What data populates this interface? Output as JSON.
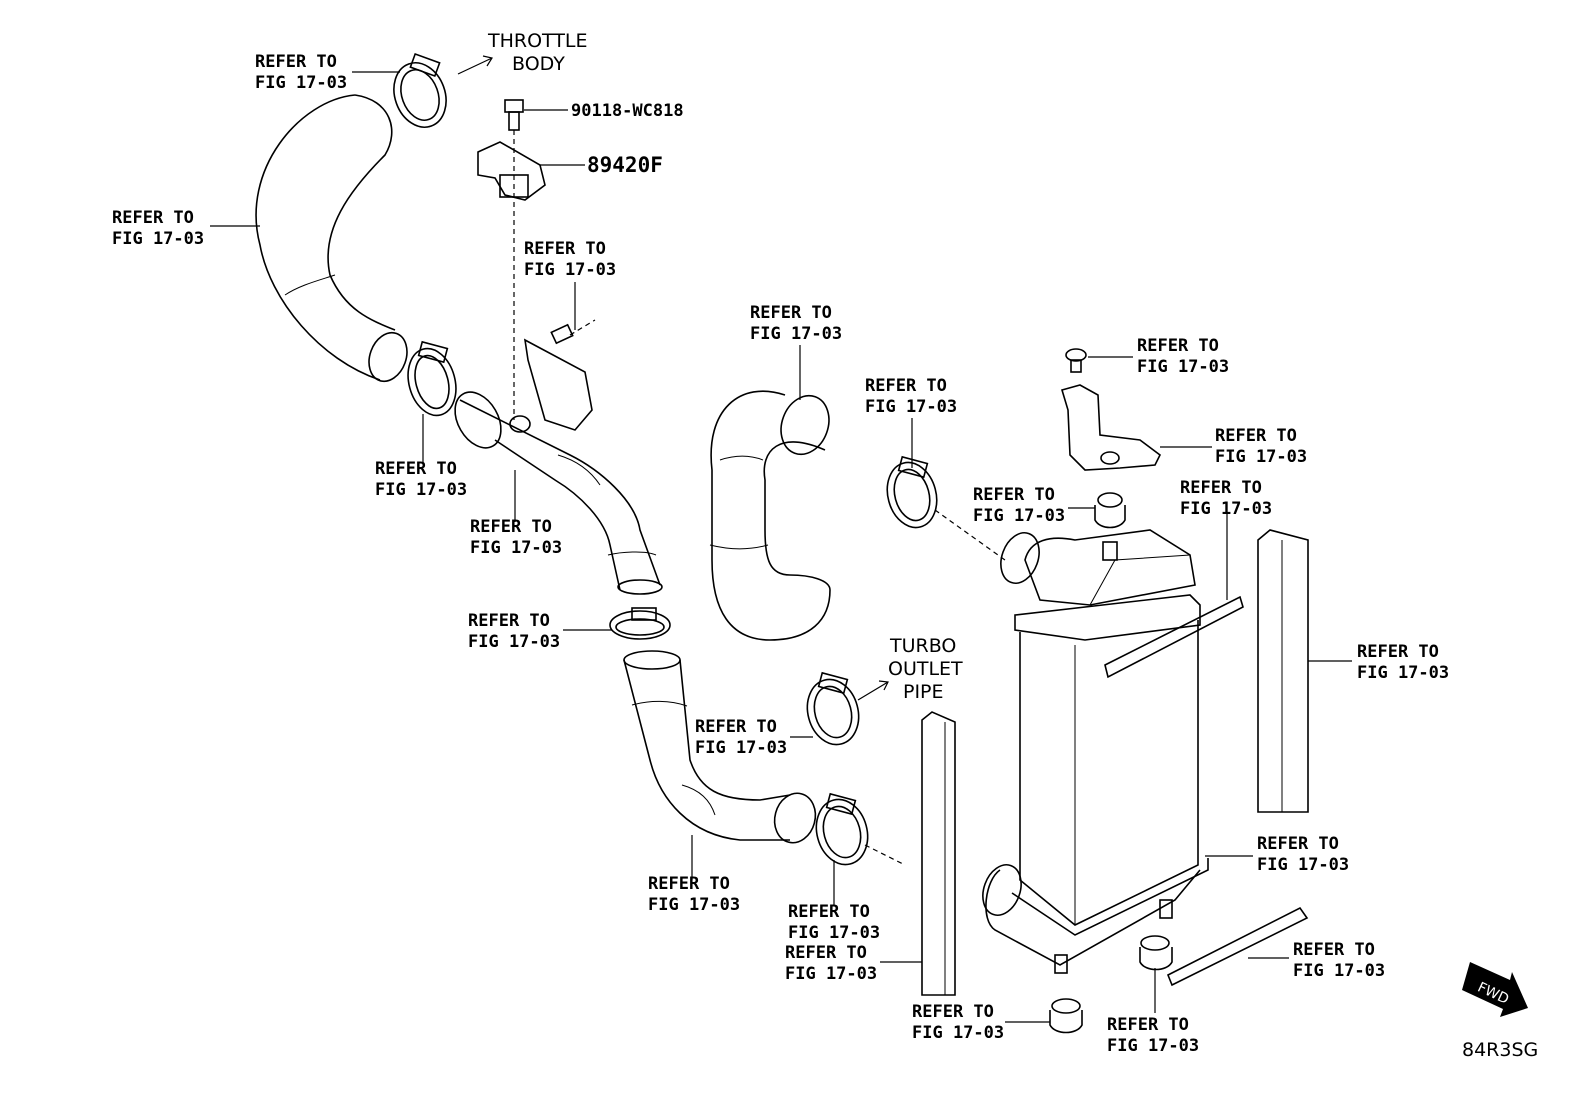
{
  "labels": {
    "refer": [
      "REFER TO",
      "FIG 17-03"
    ],
    "throttle": [
      "THROTTLE",
      "BODY"
    ],
    "turbo": [
      "TURBO",
      "OUTLET",
      "PIPE"
    ],
    "part_bolt": "90118-WC818",
    "part_sensor": "89420F",
    "fwd": "FWD",
    "diagram_code": "84R3SG"
  }
}
